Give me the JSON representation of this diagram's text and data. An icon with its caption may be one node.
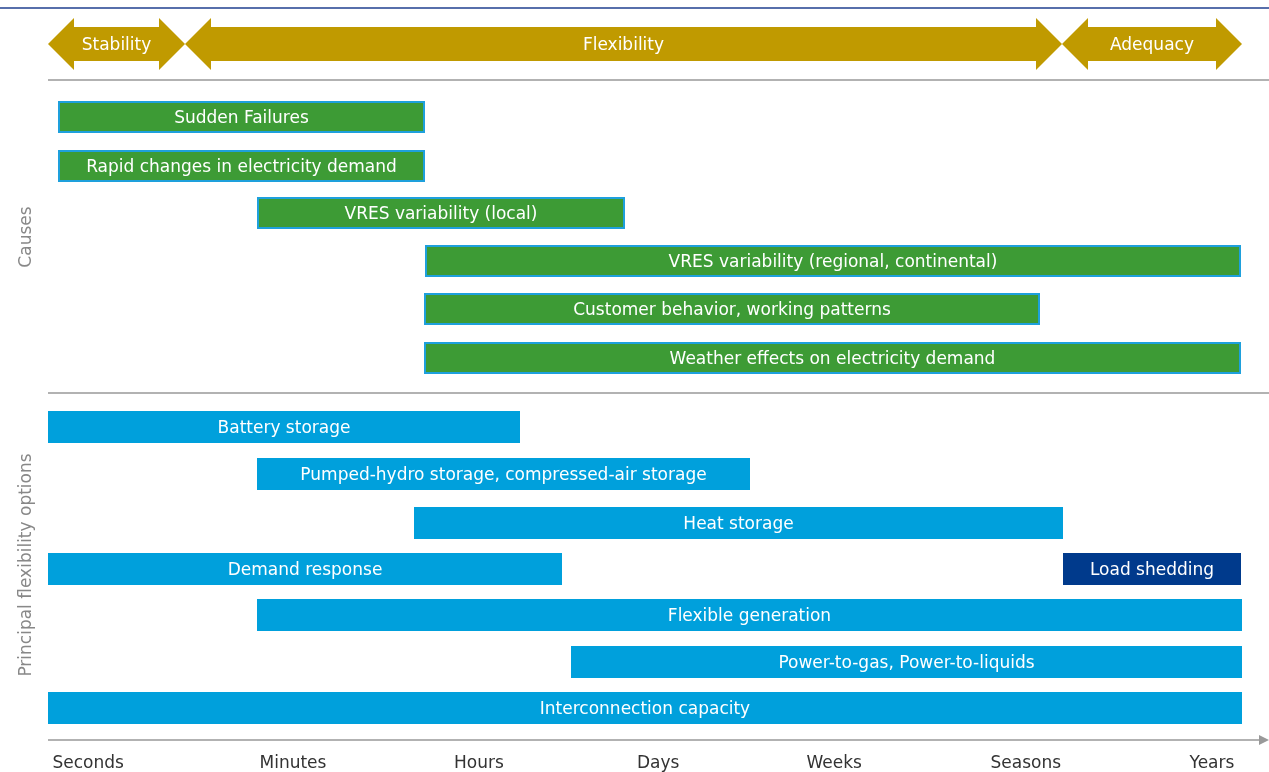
{
  "diagram": {
    "nodes": [
      {
        "text": [
          "Stability"
        ]
      },
      {
        "text": [
          "Flexibility"
        ]
      },
      {
        "text": [
          "Adequacy"
        ]
      },
      {
        "text": [
          "Sudden Failures"
        ]
      },
      {
        "text": [
          "Rapid changes in electricity demand"
        ]
      },
      {
        "text": [
          "VRES variability (local)"
        ]
      },
      {
        "text": [
          "VRES variability (regional, continental)"
        ]
      },
      {
        "text": [
          "Customer behavior, working patterns"
        ]
      },
      {
        "text": [
          "Weather effects on electricity demand"
        ]
      },
      {
        "text": [
          "Battery storage"
        ]
      },
      {
        "text": [
          "Pumped-hydro storage, compressed-air storage"
        ]
      },
      {
        "text": [
          "Heat storage"
        ]
      },
      {
        "text": [
          "Demand response"
        ]
      },
      {
        "text": [
          "Load shedding"
        ]
      },
      {
        "text": [
          "Flexible generation"
        ]
      },
      {
        "text": [
          "Power-to-gas, Power-to-liquids"
        ]
      },
      {
        "text": [
          "Interconnection capacity"
        ]
      }
    ],
    "edges": [],
    "labels": [
      "Causes",
      "Principal flexibility options",
      "Seconds",
      "Minutes",
      "Hours",
      "Days",
      "Weeks",
      "Seasons",
      "Years"
    ]
  }
}
